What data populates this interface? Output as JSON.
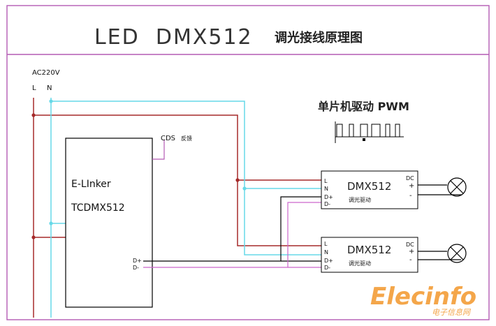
{
  "title": {
    "latin": "LED  DMX512",
    "cjk": "调光接线原理图"
  },
  "power": {
    "label": "AC220V",
    "l": "L",
    "n": "N"
  },
  "controller": {
    "name_line1": "E-LInker",
    "name_line2": "TCDMX512",
    "d_plus": "D+",
    "d_minus": "D-",
    "cds_label": "CDS",
    "cds_sub": "反馈"
  },
  "mcu": {
    "label": "单片机驱动 PWM"
  },
  "drivers": [
    {
      "l": "L",
      "n": "N",
      "dp": "D+",
      "dm": "D-",
      "title": "DMX512",
      "sub": "调光驱动",
      "dc": "DC",
      "plus": "+",
      "minus": "-"
    },
    {
      "l": "L",
      "n": "N",
      "dp": "D+",
      "dm": "D-",
      "title": "DMX512",
      "sub": "调光驱动",
      "dc": "DC",
      "plus": "+",
      "minus": "-"
    }
  ],
  "watermark": {
    "main": "Elecinfo",
    "sub": "电子信息网"
  },
  "colors": {
    "l_wire": "#a52a2a",
    "n_wire": "#66d9e8",
    "data_plus": "#000000",
    "data_minus": "#cc66cc",
    "frame": "#b45ab4",
    "watermark": "#f4a64a"
  }
}
